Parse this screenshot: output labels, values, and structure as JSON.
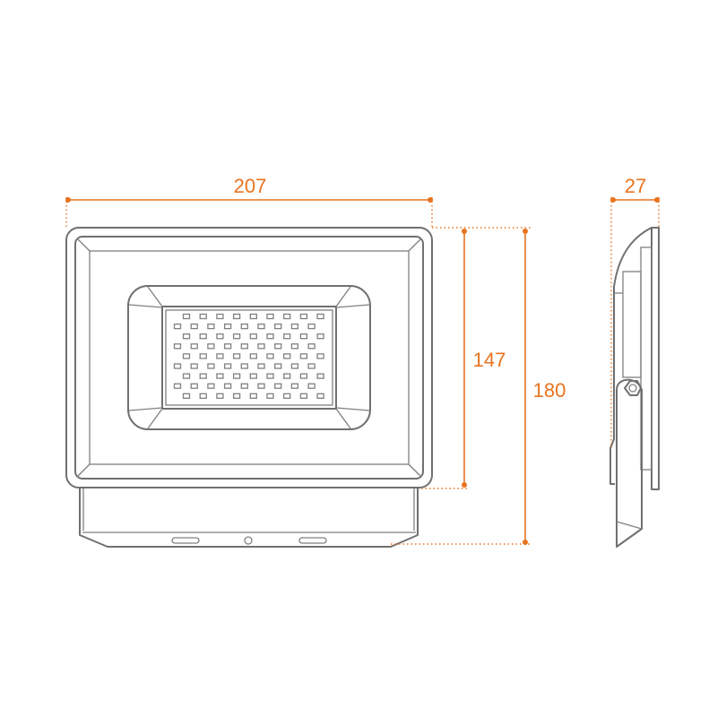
{
  "dimensions": {
    "width": "207",
    "body_height": "147",
    "total_height": "180",
    "depth": "27"
  },
  "led_grid": {
    "rows": 9,
    "per_row": 9
  },
  "colors": {
    "line": "#707070",
    "dimension": "#e8731f"
  }
}
